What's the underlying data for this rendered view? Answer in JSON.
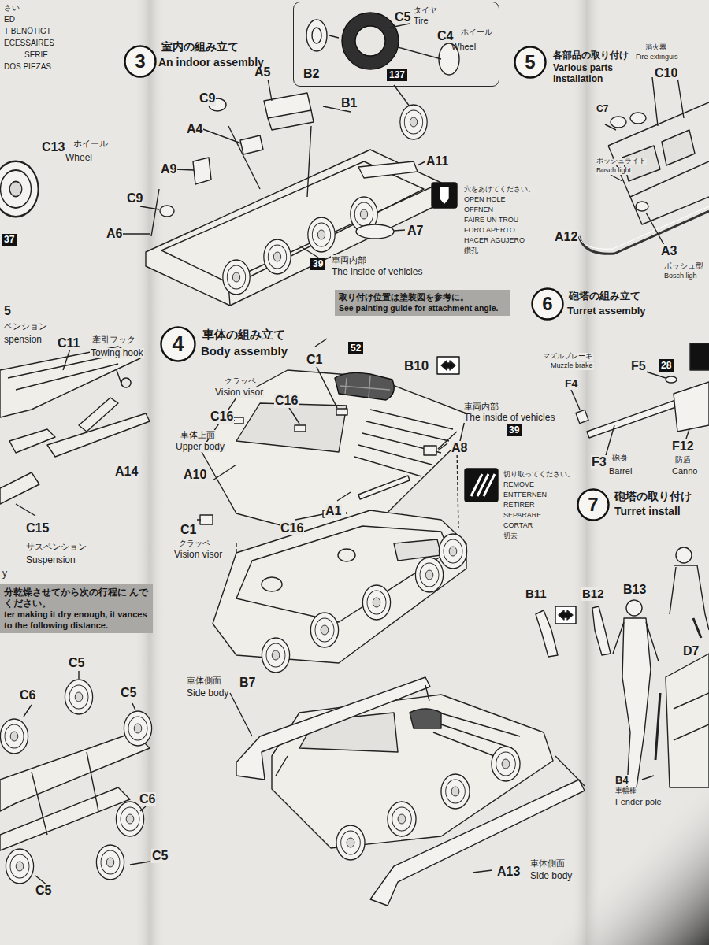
{
  "diagram": {
    "nodes": [
      {
        "text": [
          "分乾燥させてから次の行程に んでください。",
          "ter making it dry enough, it vances to the following distance."
        ]
      },
      {
        "text": [
          "3",
          "室内の組み立て",
          "An indoor assembly"
        ]
      },
      {
        "text": [
          "C5",
          "タイヤ",
          "Tire",
          "C4",
          "ホイール",
          "Wheel",
          "B2"
        ]
      },
      {
        "text": [
          "137"
        ],
        "in": 2
      },
      {
        "text": [
          "39"
        ]
      },
      {
        "text": [
          "4",
          "車体の組み立て",
          "Body assembly"
        ]
      },
      {
        "text": [
          "取り付け位置は塗装図を参考に。",
          "See painting guide for attachment angle."
        ]
      },
      {
        "text": [
          "52"
        ]
      },
      {
        "text": [
          "39"
        ]
      },
      {
        "text": [
          "5",
          "各部品の取り付け",
          "Various parts installation"
        ]
      },
      {
        "text": [
          "6",
          "砲塔の組み立て",
          "Turret assembly"
        ]
      },
      {
        "text": [
          "28"
        ]
      },
      {
        "text": [
          "7",
          "砲塔の取り付け",
          "Turret install"
        ]
      }
    ],
    "labels": [
      "さい",
      "ED",
      "T BENÖTIGT",
      "ECESSAIRES",
      "SERIE",
      "DOS PIEZAS",
      "C13",
      "ホイール",
      "Wheel",
      "37",
      "5",
      "ペンション",
      "spension",
      "C11",
      "牽引フック",
      "Towing hook",
      "A14",
      "C15",
      "サスペンション",
      "Suspension",
      "y",
      "C5",
      "C6",
      "C5",
      "C6",
      "C5",
      "C5",
      "A5",
      "B1",
      "C9",
      "A4",
      "A9",
      "A11",
      "C9",
      "A6",
      "A7",
      "車両内部",
      "The inside of vehicles",
      "穴をあけてください。",
      "OPEN HOLE",
      "ÖFFNEN",
      "FAIRE UN TROU",
      "FORO APERTO",
      "HACER AGUJERO",
      "鑽孔",
      "C1",
      "B10",
      "クラッペ",
      "Vision visor",
      "C16",
      "C16",
      "車体上面",
      "Upper body",
      "A10",
      "車両内部",
      "The inside of vehicles",
      "A8",
      "A1",
      "C16",
      "C1",
      "クラッペ",
      "Vision visor",
      "切り取ってください。",
      "REMOVE",
      "ENTFERNEN",
      "RETIRER",
      "SEPARARE",
      "CORTAR",
      "切去",
      "車体側面",
      "Side body",
      "B7",
      "A13",
      "車体側面",
      "Side body",
      "消火器",
      "Fire extinguis",
      "C10",
      "C7",
      "ボッシュライト",
      "Bosch light",
      "A12",
      "A3",
      "ボッシュ型",
      "Bosch ligh",
      "マズルブレーキ",
      "Muzzle brake",
      "F4",
      "F5",
      "F3",
      "砲身",
      "Barrel",
      "F12",
      "防盾",
      "Canno",
      "B11",
      "B12",
      "B13",
      "D7",
      "B4",
      "車幅棒",
      "Fender pole"
    ]
  }
}
